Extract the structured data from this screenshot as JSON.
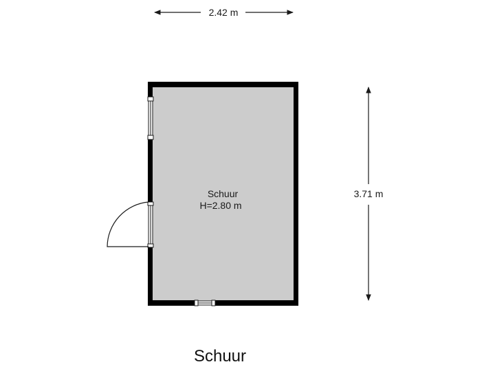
{
  "dimensions": {
    "width_label": "2.42 m",
    "depth_label": "3.71 m"
  },
  "room": {
    "name": "Schuur",
    "height_label": "H=2.80 m"
  },
  "footer": {
    "title": "Schuur"
  },
  "colors": {
    "wall": "#000000",
    "floor": "#cccccc",
    "line": "#1a1a1a"
  }
}
